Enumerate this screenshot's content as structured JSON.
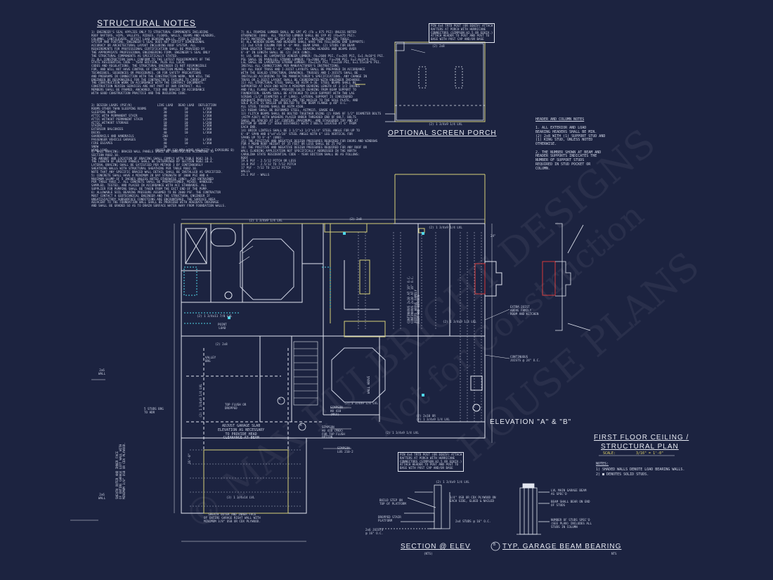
{
  "notes": {
    "title": "STRUCTURAL NOTES",
    "col1": [
      "1) ENGINEER'S SEAL APPLIES ONLY TO STRUCTURAL COMPONENTS INCLUDING",
      "ROOF RAFTERS, HIPS, VALLEYS, RIDGES, FLOORS, WALLS, BEAMS AND HEADERS,",
      "COLUMNS, CANTILEVERS, OFFSET LOAD BEARING WALLS, PIER & GIRDER",
      "SYSTEM AND FOOTING. ENGINEER'S SEAL DOES NOT CERTIFY DIMENSIONAL",
      "ACCURACY OR ARCHITECTURAL LAYOUT INCLUDING ROOF SYSTEM. ALL",
      "REQUIREMENTS FOR PROFESSIONAL CERTIFICATION SHALL BE PROVIDED BY",
      "THE APPROPRIATE PROFESSIONAL ENGINEERING FIRM. ENGINEER'S SEAL ONLY",
      "THE STRUCTURAL COMPONENTS AS SPECIFICALLY STATED.",
      "2) ALL CONSTRUCTION SHALL CONFORM TO THE LATEST REQUIREMENTS OF THE",
      "STATE RESIDENTIAL CODE - YEAR EDITION, PLUS ALL LOCAL",
      "CODES AND REGULATIONS. THE STRUCTURAL ENGINEER IS NOT RESPONSIBLE",
      "FOR, AND WILL NOT HAVE CONTROL OF CONSTRUCTION MEANS, METHODS,",
      "TECHNIQUES, SEQUENCES OR PROCEDURES, OR FOR SAFETY PRECAUTIONS",
      "AND PROGRAMS IN CONNECTION WITH THE CONSTRUCTION WORK, NOR WILL THE",
      "ENGINEER BE RESPONSIBLE FOR THE CONTRACTOR'S FAILURE TO CARRY OUT",
      "THE CONSTRUCTION WORK IN ACCORDANCE WITH THE CONTRACT DOCUMENTS.",
      "CONSTRUCTION REVIEW SERVICES ARE NOT PART OF OUR CONTRACT. ALL",
      "MEMBERS SHALL BE FRAMED, ANCHORED, TIED AND BRACED IN ACCORDANCE",
      "WITH GOOD CONSTRUCTION PRACTICE AND THE BUILDING CODE."
    ],
    "loads": {
      "header": [
        "3) DESIGN LOADS (PSF/K)",
        "LIVE LOAD",
        "DEAD LOAD",
        "DEFLECTION"
      ],
      "rows": [
        [
          "ROOMS OTHER THAN SLEEPING ROOMS",
          "40",
          "10",
          "L/360"
        ],
        [
          "SLEEPING ROOMS",
          "30",
          "10",
          "L/360"
        ],
        [
          "ATTIC WITH PERMANENT STAIR",
          "40",
          "10",
          "L/360"
        ],
        [
          "ATTIC WITHOUT PERMANENT STAIR",
          "20",
          "10",
          "L/240"
        ],
        [
          "ATTIC WITHOUT STORAGE",
          "10",
          "10",
          "L/240"
        ],
        [
          "STAIRS",
          "40",
          "10",
          "L/360"
        ],
        [
          "EXTERIOR BALCONIES",
          "60",
          "10",
          "L/360"
        ],
        [
          "DECKS",
          "40",
          "10",
          "L/360"
        ],
        [
          "GUARDRAILS AND HANDRAILS",
          "200",
          "-",
          "-"
        ],
        [
          "PASSENGER VEHICLE GARAGES",
          "50",
          "10",
          "L/360"
        ],
        [
          "FIRE ESCAPES",
          "40",
          "10",
          "L/360"
        ],
        [
          "SNOW",
          "20",
          "-",
          "-"
        ],
        [
          "WIND LOAD",
          "(BASED ON 130 MPH WIND VELOCITY / EXPOSURE B)",
          "",
          ""
        ]
      ]
    },
    "col1b": [
      "4) WALL BRACING: BRACED WALL PANELS SHALL BE CONSTRUCTED ACCORDING TO",
      "SECTION R602.10.",
      "THE AMOUNT AND LOCATION OF BRACING SHALL COMPLY WITH TABLE R602.10.3.",
      "THE LENGTH OF BRACED PANELS SHALL BE DETERMINED BY SECTION R602.10.4.",
      "LATERAL BRACING SHALL BE SATISFIED PER METHOD 3 BY CONTINUOUSLY",
      "SHEATHING WALLS WITH STRUCTURAL SHEATHING PER TABLE R602.10.",
      "NOTE THAT ANY SPECIFIC BRACED WALL DETAIL SHALL BE INSTALLED AS SPECIFIED.",
      "5) CONCRETE SHALL HAVE A MINIMUM 28 DAY STRENGTH OF 3000 PSI AND A",
      "MAXIMUM SLUMP OF 5 INCHES UNLESS NOTED OTHERWISE (UNO). AIR ENTRAINED",
      "PER TABLE R402.2. ALL CONCRETE SHALL BE PROPORTIONED, MIXED, HANDLED,",
      "SAMPLED, TESTED, AND PLACED IN ACCORDANCE WITH ACI STANDARDS. ALL",
      "SUPPLIER FOR PUMPING SHALL BE TAKEN FROM THE EXIT END OF THE PUMP.",
      "6) ALLOWABLE SOIL BEARING PRESSURE ASSUMED TO BE 2000 PSF. THE CONTRACTOR",
      "MUST CONTACT A GEOTECHNICAL ENGINEER AND THE STRUCTURAL ENGINEER IF",
      "UNSATISFACTORY SUBSURFACE CONDITIONS ARE ENCOUNTERED. THE SURFACE AREA",
      "ADJACENT TO THE FOUNDATION WALL SHALL BE PROVIDED WITH ADEQUATE DRAINAGE",
      "AND SHALL BE GRADED SO AS TO DRAIN SURFACE WATER AWAY FROM FOUNDATION WALLS."
    ],
    "col2": [
      "7) ALL FRAMING LUMBER SHALL BE SPF #2 (Fb = 875 PSI) UNLESS NOTED",
      "OTHERWISE (UNO). ALL TREATED LUMBER SHALL BE SYP #2 (Fb=975 PSI).",
      "PLATE MATERIAL MAY BE SPF #2 OR SYP #2. NAILING PER IRC TABLE.",
      "8) ALL WOODEN BEAMS AND HEADERS SHALL HAVE THE FOLLOWING END SUPPORTS:",
      "(1) 2x4 STUD COLUMN FOR 6'-0\" MAX. BEAM SPAN. (2) STUDS FOR BEAM",
      "SPAN GREATER THAN 6'-0\" (UNO). ALL BEARING HEADERS AND BEAMS OVER",
      "6'-0\" IN LENGTH SHALL BE (2) JACK (UNO).",
      "9) LVL SHALL BE LAMINATED VENEER LUMBER: Fb=2600 PSI, Fv=285 PSI, E=1.9x10^6 PSI.",
      "PSL SHALL BE PARALLEL STRAND LUMBER: Fb=2900 PSI, Fv=290 PSI, E=2.0x10^6 PSI.",
      "LSL SHALL BE LAMINATED STRAND LUMBER: Fb=2325 PSI, Fv=310 PSI, E=1.55x10^6 PSI.",
      "INSTALL ALL CONNECTIONS PER MANUFACTURER'S INSTRUCTIONS.",
      "10) ALL ROOF TRUSS AND I-JOIST LAYOUTS SHALL BE PREPARED IN ACCORDANCE",
      "WITH THE SEALED STRUCTURAL DRAWINGS. TRUSSES AND I-JOISTS SHALL BE",
      "INSTALLED ACCORDING TO THE MANUFACTURER'S SPECIFICATIONS. ANY CHANGE IN",
      "TRUSS OR I-JOIST LAYOUT SHALL BE COORDINATED WITH ENGINEER INCHARGE.",
      "11) ALL STRUCTURAL STEEL SHALL BE ASTM A-36. STEEL BEAMS SHALL BE",
      "SUPPORTED AT EACH END WITH A MINIMUM BEARING LENGTH OF 3 1/2 INCHES",
      "AND FULL FLANGE WIDTH. PROVIDE SOLID BEARING FROM BEAM SUPPORT TO",
      "FOUNDATION. BEAMS SHALL BE ATTACHED TO EACH SUPPORT WITH TWO LAG",
      "SCREWS (1/2\" DIAMETER x 4\" LONG). LATERAL SUPPORT IS CONSIDERED",
      "ADEQUATE PROVIDED THE JOISTS ARE TOE NAILED TO THE SOLE PLATE, AND",
      "SOLE PLATE IS NAILED OR BOLTED TO THE BEAM FLANGE @ 48\" O.C.",
      "ALL STEEL TUBING SHALL BE ASTM A500.",
      "12) REBAR SHALL BE DEFORMED STEEL, ASTM615, GRADE 60.",
      "13) FLITCH BEAMS SHALL BE BOLTED TOGETHER USING (2) ROWS OF 1/2\" DIAMETER BOLTS",
      "(ASTM A307) WITH WASHERS PLACED UNDER THREADED END OF BOLT. BOLTS",
      "SHALL BE SPACED AT 24\" CENTERS (MAXIMUM), AND STAGGERED TOP AND AT",
      "BOTTOM OF BEAM (2\" EDGE DISTANCE) WITH 2 BOLTS LOCATED AT 6\" FROM",
      "EACH END.",
      "14) BRICK LINTELS SHALL BE 3 1/2\"x3 1/2\"x1/4\" STEEL ANGLE FOR UP TO",
      "6'-0\" SPAN AND 6\"x4\"x5/16\" STEEL ANGLE WITH 6\" LEG VERTICAL FOR",
      "SPANS UP TO 9'-6\" (UNO).",
      "15) THE POSITIVE AND NEGATIVE DESIGN PRESSURES REQUIRED FOR DOORS AND WINDOWS",
      "FOR A MEAN ROOF HEIGHT OF 35 FEET OR LESS SHALL BE 25 PSF.",
      "16) THE POSITIVE AND NEGATIVE DESIGN PRESSURES REQUIRED FOR ANY ROOF OR",
      "WALL CLADDING APPLICATION NOT SPECIFICALLY ADDRESSED IN THE NORTH",
      "CAROLINA STATE RESIDENTIAL CODE - YEAR EDITION SHALL BE AS FOLLOWS:",
      "ROOF",
      "19.6 PSF - 2.5/12 PITCH OR LESS",
      "14.8 PSF - 2.5/12 TO 7/12 PITCH",
      "17 PSF - 7/12 TO 12/12 PITCH",
      "WALLS",
      "24.1 PSF - WALLS"
    ]
  },
  "hc_notes": {
    "title": "HEADER AND COLUMN NOTES",
    "lines": [
      "1. ALL EXTERIOR AND LOAD",
      "BEARING HEADERS SHALL BE MIN.",
      "(2) 2x8 WITH (1) SUPPORT STUD AND",
      "(1) KING STUD, UNLESS NOTED",
      "OTHERWISE.",
      "",
      "2. THE NUMBER SHOWN AT BEAM AND",
      "HEADER SUPPORTS INDICATES THE",
      "NUMBER OF SUPPORT STUDS",
      "REQUIRED IN STUD POCKET OR",
      "COLUMN."
    ]
  },
  "porch": {
    "callout": [
      "PIN 4x4 TRTD POST (OR EQUIV) ATTACH",
      "RAFTERS AT PORCH WITH HURRICANE",
      "CONNECTORS (SIMPSON H2.5 OR EQUIV.)",
      "ATTACH HEADER TO POST AND POST TO",
      "BASE WITH POST CAP AND/OR BASE"
    ],
    "header_top": "(2) 2x8",
    "header_bottom": "(2) 1 3/4x9 1/4 LVL",
    "title": "OPTIONAL SCREEN PORCH"
  },
  "plan_labels": {
    "h1": "(2) 1 3/4x9 1/4 LVL",
    "h2": "(2) 1 3/4x9 1/4 LVL",
    "h3": "(2) 2x8",
    "h4": "(2) 1 3/4x11 7/8 LVL",
    "h5": "(2) 1 3/4x9 1/4 LVL",
    "point_load": "POINT\nLOAD",
    "valley": "VALLEY\nBRG",
    "two_by_eight": "(2) 2x8",
    "studs_brg": "5 STUDS BRG\nTO HDR",
    "lvl_vert_1": "(2) 1 3/4x9 1/4 LVL",
    "top_flush": "TOP FLUSH OR\nDROPPED",
    "adjust_slab": "ADJUST GARAGE SLAB\nELEVATION AS NECESSARY\nTO PROVIDE HEAD\nCLEARANCE AT BEAM",
    "garage_lvl": "(3) 1 3/4x14 LVL",
    "sheath_note": "SHEATH OUTER AND INNER FACE\nOF ENTIRE GARAGE RIGHT WALL WITH\nMINIMUM 3/8\" OSB OR CDX PLYWOOD.",
    "left_note": "SHEATH OUTER AND INNER FACE\nOF ENTIRE GARAGE LEFT WALL WITH\nMINIMUM 3/8\" OSB OR CDX PLYWOOD.",
    "wall_2x6_a": "2x6\nWALL",
    "wall_2x6_b": "2x6\nWALL",
    "sixteen": "16'-0\"",
    "continuous": "CONTINUOUS 2x10 AT 16\" O.C.\nCONTINUOUS 2x10 AT 16\" O.C.\nJOISTS ABOVE FAMILY\nROOM AND KITCHEN",
    "extra_joist": "EXTRA JOIST\nABOVE FAMILY\nROOM AND KITCHEN",
    "continuous_joists": "CONTINUOUS\nJOISTS @ 24\" O.C.",
    "simpson1": "SIMPSON\nHU 410\n(MAX)",
    "simpson2": "SIMPSON\nHU 410 (MAX)\nFOR TOP FLUSH\nOPTION",
    "simpson3": "SIMPSON\nLUS 210-2",
    "lvl_a": "(2) 1 3/4x9 1/4 LVL",
    "lvl_b": "(2) 2x10 OR\n(2) 1 3/4x9 1/4 LVL",
    "lvl_c": "(2) 1 3/4x9 1/4 LVL",
    "wall_above": "WALL ABOVE",
    "elevation": "ELEVATION \"A\" & \"B\"",
    "tag_a": "A",
    "tag_b": "B",
    "two_four": "24\"",
    "bottom_callout": [
      "PIN 4x4 TRTD POST (OR EQUIV) ATTACH",
      "RAFTERS AT PORCH WITH HURRICANE",
      "CONNECTORS (SIMPSON H2.5 OR EQUIV.)",
      "ATTACH HEADER TO POST AND POST TO",
      "BASE WITH POST CAP AND/OR BASE"
    ]
  },
  "plan_title": {
    "line1": "FIRST FLOOR CEILING /",
    "line2": "STRUCTURAL PLAN",
    "scale_label": "SCALE:",
    "scale_value": "3/16\" = 1'-0\""
  },
  "legend": {
    "title": "NOTES:",
    "items": [
      "1) SHADED WALLS DENOTE LOAD BEARING WALLS.",
      "2) ■ DENOTES SOLID STUDS."
    ]
  },
  "section": {
    "lvl": "(2) 1 3/4x9 1/4 LVL",
    "build_step": "BUILD STEP ON\nTOP OF PLATFORM",
    "osb": "3/4\" OSB OR CDX PLYWOOD ON\nEACH SIDE, GLUED & NAILED",
    "dropped": "DROPPED STAIR\nPLATFORM",
    "studs": "2x4 STUDS @ 16\" O.C.",
    "joists": "2x6 JOISTS\n@ 16\" O.C.",
    "title": "SECTION @ ELEV",
    "nts": "(NTS)"
  },
  "bearing": {
    "tag": "B",
    "title": "TYP. GARAGE BEAM BEARING",
    "nts": "NTS",
    "n1": "LVL MAIN GARAGE BEAM\nAS SPEC'D",
    "n2": "BEAM SHALL BEAR ON END\nOF STUDS",
    "n3": "NUMBER OF STUDS SPEC'D\n(SEE PLAN) INCLUDES ALL\nSTUDS IN COLUMN"
  },
  "watermarks": [
    "© MAX FULBRIGHT DESIGNS",
    "HOUSE PLANS",
    "Not for Construction"
  ],
  "colors": {
    "background": "#1c2340",
    "lines": "#e2e6f0",
    "beam": "#d8d27a",
    "cyan": "#4fd6e8",
    "red": "#d63a3a"
  }
}
